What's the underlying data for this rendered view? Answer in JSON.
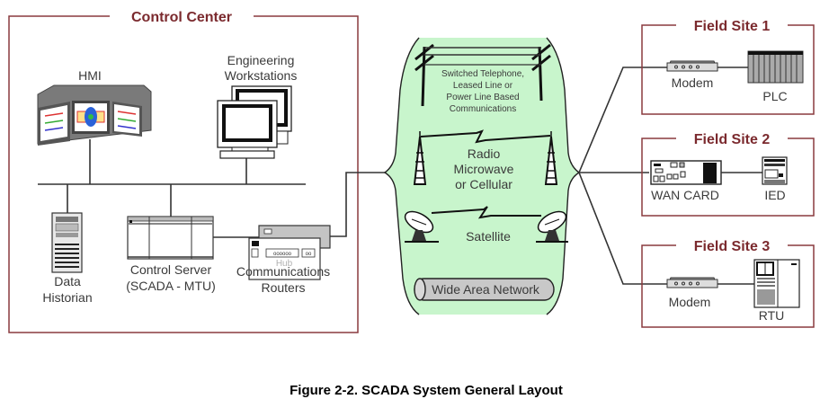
{
  "diagram": {
    "caption": "Figure 2-2.  SCADA System General Layout",
    "colors": {
      "frame": "#8a3a3e",
      "title": "#7b2a2e",
      "wan_fill": "#c8f5cc",
      "wan_pipe": "#c8c8c8"
    },
    "control_center": {
      "title": "Control Center",
      "hmi": "HMI",
      "workstations": [
        "Engineering",
        "Workstations"
      ],
      "historian": [
        "Data",
        "Historian"
      ],
      "control_server": [
        "Control Server",
        "(SCADA - MTU)"
      ],
      "routers": [
        "Communications",
        "Routers"
      ],
      "routers_hidden": "Hub"
    },
    "wan": {
      "telephone": [
        "Switched Telephone,",
        "Leased Line or",
        "Power Line Based",
        "Communications"
      ],
      "radio": [
        "Radio",
        "Microwave",
        "or Cellular"
      ],
      "satellite": "Satellite",
      "network_label": "Wide Area Network"
    },
    "field_sites": [
      {
        "title": "Field Site 1",
        "left_device": "Modem",
        "right_device": "PLC"
      },
      {
        "title": "Field Site 2",
        "left_device": "WAN CARD",
        "right_device": "IED"
      },
      {
        "title": "Field Site 3",
        "left_device": "Modem",
        "right_device": "RTU"
      }
    ]
  }
}
